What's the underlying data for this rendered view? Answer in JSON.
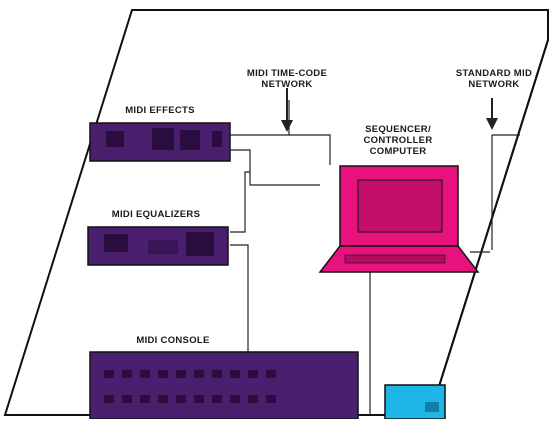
{
  "colors": {
    "device_purple": "#4a1f6e",
    "computer_magenta": "#e8127e",
    "device_cyan": "#1fb5e6",
    "line": "#222222",
    "panel_border": "#111111"
  },
  "labels": {
    "midi_timecode_line1": "MIDI TIME-CODE",
    "midi_timecode_line2": "NETWORK",
    "standard_midi_line1": "STANDARD MID",
    "standard_midi_line2": "NETWORK",
    "midi_effects": "MIDI EFFECTS",
    "sequencer_line1": "SEQUENCER/",
    "sequencer_line2": "CONTROLLER",
    "sequencer_line3": "COMPUTER",
    "midi_equalizers": "MIDI EQUALIZERS",
    "midi_console": "MIDI CONSOLE"
  },
  "icons": {
    "timecode_arrow": "down-arrow-icon",
    "standard_arrow": "down-arrow-icon"
  }
}
